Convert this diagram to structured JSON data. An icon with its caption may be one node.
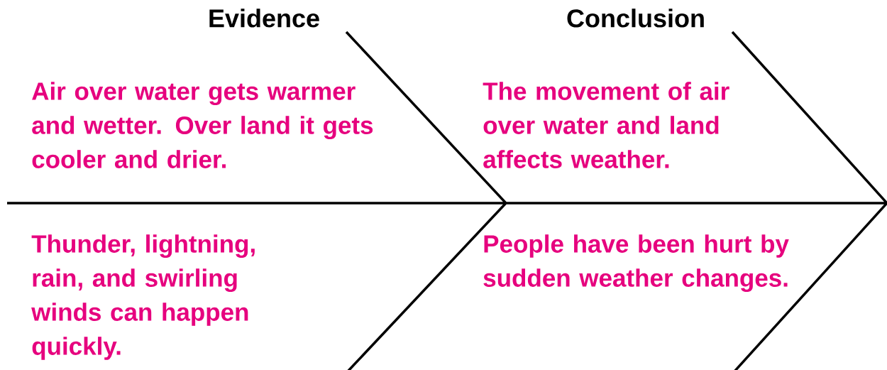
{
  "diagram": {
    "labels": [
      "Evidence",
      "Conclusion",
      "Air over water gets warmer and wetter. Over land it gets cooler and drier.",
      "The movement of air over water and land affects weather.",
      "Thunder, lightning, rain, and swirling winds can happen quickly.",
      "People have been hurt by sudden weather changes."
    ]
  }
}
